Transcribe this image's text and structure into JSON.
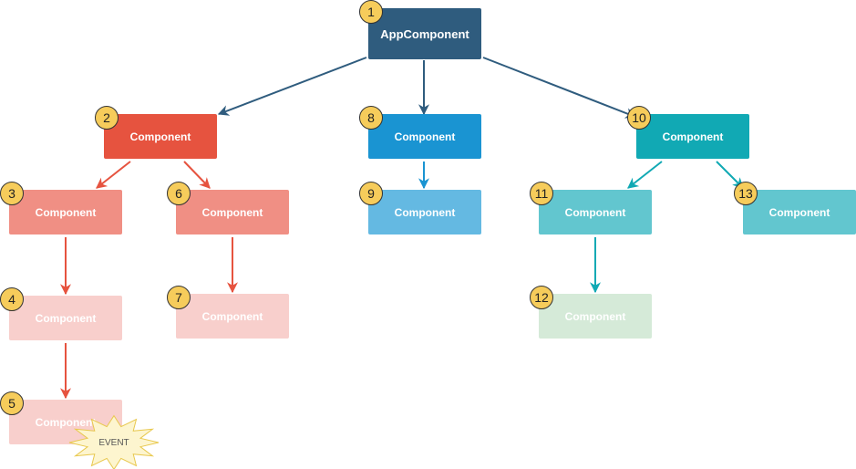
{
  "nodes": [
    {
      "id": 1,
      "number": "1",
      "label": "AppComponent",
      "color": "#2f5c7e"
    },
    {
      "id": 2,
      "number": "2",
      "label": "Component",
      "color": "#e6533f"
    },
    {
      "id": 3,
      "number": "3",
      "label": "Component",
      "color": "#f08f84"
    },
    {
      "id": 4,
      "number": "4",
      "label": "Component",
      "color": "#f8cfcc"
    },
    {
      "id": 5,
      "number": "5",
      "label": "Component",
      "color": "#f8cfcc"
    },
    {
      "id": 6,
      "number": "6",
      "label": "Component",
      "color": "#f08f84"
    },
    {
      "id": 7,
      "number": "7",
      "label": "Component",
      "color": "#f8cfcc"
    },
    {
      "id": 8,
      "number": "8",
      "label": "Component",
      "color": "#1a94d2"
    },
    {
      "id": 9,
      "number": "9",
      "label": "Component",
      "color": "#64b9e2"
    },
    {
      "id": 10,
      "number": "10",
      "label": "Component",
      "color": "#11a9b4"
    },
    {
      "id": 11,
      "number": "11",
      "label": "Component",
      "color": "#62c6cf"
    },
    {
      "id": 12,
      "number": "12",
      "label": "Component",
      "color": "#d5ead8"
    },
    {
      "id": 13,
      "number": "13",
      "label": "Component",
      "color": "#62c6cf"
    }
  ],
  "edges": [
    {
      "from": 1,
      "to": 2,
      "color": "#2f5c7e"
    },
    {
      "from": 1,
      "to": 8,
      "color": "#2f5c7e"
    },
    {
      "from": 1,
      "to": 10,
      "color": "#2f5c7e"
    },
    {
      "from": 2,
      "to": 3,
      "color": "#e6533f"
    },
    {
      "from": 2,
      "to": 6,
      "color": "#e6533f"
    },
    {
      "from": 3,
      "to": 4,
      "color": "#e6533f"
    },
    {
      "from": 4,
      "to": 5,
      "color": "#e6533f"
    },
    {
      "from": 6,
      "to": 7,
      "color": "#e6533f"
    },
    {
      "from": 8,
      "to": 9,
      "color": "#1a94d2"
    },
    {
      "from": 10,
      "to": 11,
      "color": "#11a9b4"
    },
    {
      "from": 10,
      "to": 13,
      "color": "#11a9b4"
    },
    {
      "from": 11,
      "to": 12,
      "color": "#11a9b4"
    }
  ],
  "event": {
    "label": "EVENT",
    "color": "#fdf5cf"
  }
}
